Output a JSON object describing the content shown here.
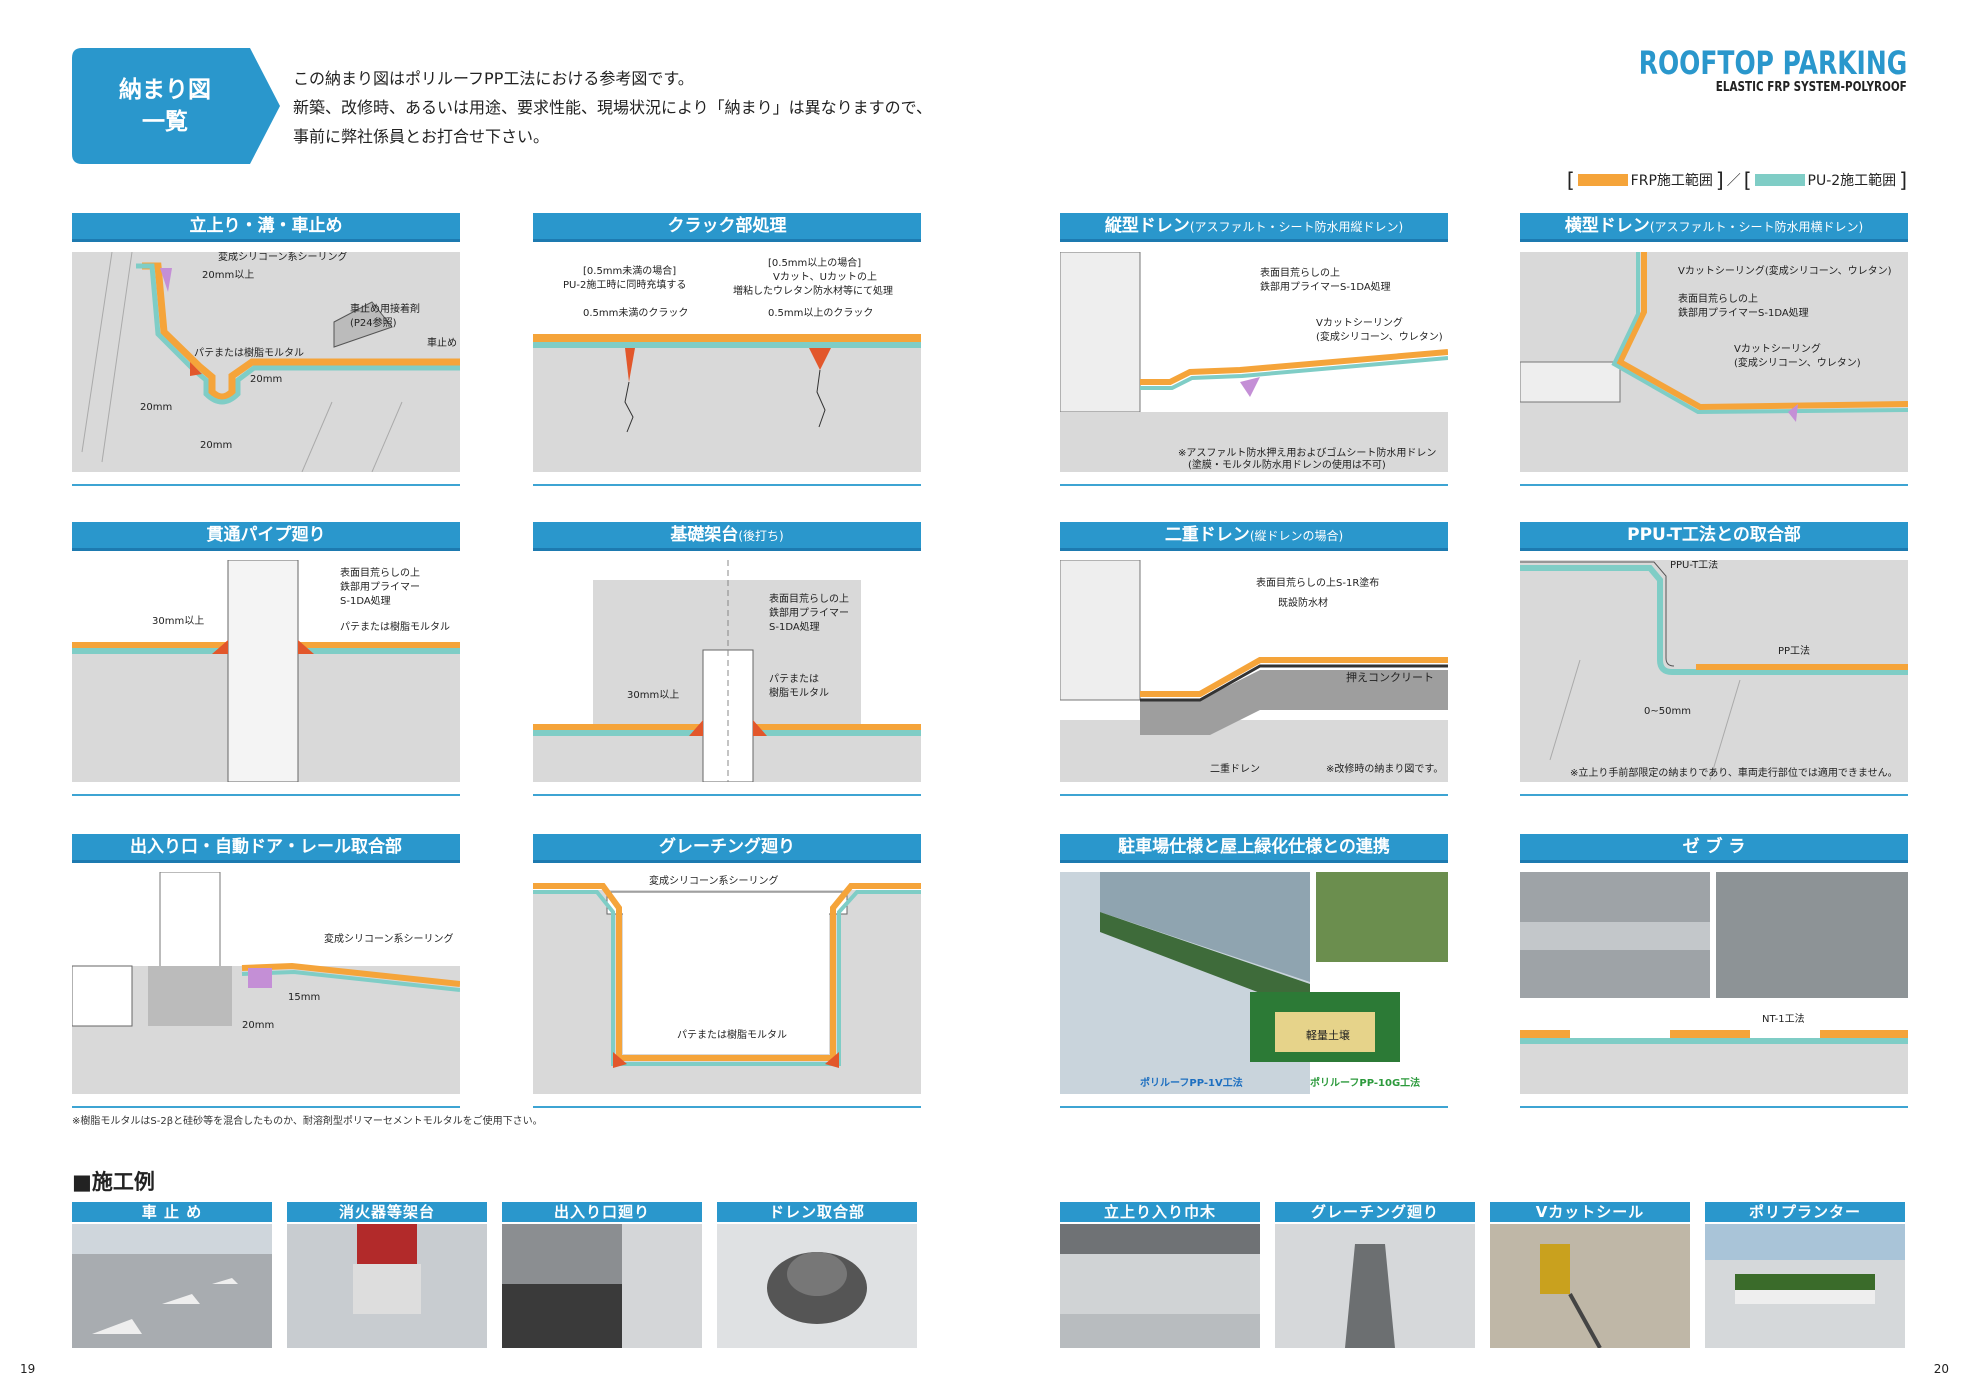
{
  "title_badge": {
    "line1": "納まり図",
    "line2": "一覧"
  },
  "intro": [
    "この納まり図はポリルーフPP工法における参考図です。",
    "新築、改修時、あるいは用途、要求性能、現場状況により「納まり」は異なりますので、",
    "事前に弊社係員とお打合せ下さい。"
  ],
  "brand": {
    "title": "ROOFTOP PARKING",
    "subtitle": "ELASTIC FRP SYSTEM-POLYROOF"
  },
  "legend": {
    "frp": "FRP施工範囲",
    "pu": "PU-2施工範囲",
    "sep": "／"
  },
  "colors": {
    "frp": "#f5a43a",
    "pu": "#7fcdc6",
    "header": "#2a97cc",
    "concrete": "#d9d9d9",
    "sealant": "#c48fd6",
    "mortar": "#e2572b"
  },
  "panels": {
    "p1": {
      "title": "立上り・溝・車止め",
      "labels": [
        "変成シリコーン系シーリング",
        "20mm以上",
        "車止め用接着剤",
        "(P24参照)",
        "車止め",
        "パテまたは樹脂モルタル",
        "20mm",
        "20mm",
        "20mm"
      ]
    },
    "p2": {
      "title": "クラック部処理",
      "labels": [
        "[0.5mm未満の場合]",
        "PU-2施工時に同時充填する",
        "0.5mm未満のクラック",
        "[0.5mm以上の場合]",
        "Vカット、Uカットの上",
        "増粘したウレタン防水材等にて処理",
        "0.5mm以上のクラック"
      ]
    },
    "p3": {
      "title": "縦型ドレン",
      "title_note": "(アスファルト・シート防水用縦ドレン)",
      "labels": [
        "表面目荒らしの上",
        "鉄部用プライマーS-1DA処理",
        "Vカットシーリング",
        "(変成シリコーン、ウレタン)"
      ],
      "notes": [
        "※アスファルト防水押え用およびゴムシート防水用ドレン",
        "(塗膜・モルタル防水用ドレンの使用は不可)"
      ]
    },
    "p4": {
      "title": "横型ドレン",
      "title_note": "(アスファルト・シート防水用横ドレン)",
      "labels": [
        "Vカットシーリング(変成シリコーン、ウレタン)",
        "表面目荒らしの上",
        "鉄部用プライマーS-1DA処理",
        "Vカットシーリング",
        "(変成シリコーン、ウレタン)"
      ]
    },
    "p5": {
      "title": "貫通パイプ廻り",
      "labels": [
        "表面目荒らしの上",
        "鉄部用プライマー",
        "S-1DA処理",
        "30mm以上",
        "パテまたは樹脂モルタル"
      ]
    },
    "p6": {
      "title": "基礎架台",
      "title_note": "(後打ち)",
      "labels": [
        "表面目荒らしの上",
        "鉄部用プライマー",
        "S-1DA処理",
        "パテまたは",
        "樹脂モルタル",
        "30mm以上"
      ]
    },
    "p7": {
      "title": "二重ドレン",
      "title_note": "(縦ドレンの場合)",
      "labels": [
        "表面目荒らしの上S-1R塗布",
        "既設防水材",
        "押えコンクリート",
        "二重ドレン",
        "※改修時の納まり図です。"
      ]
    },
    "p8": {
      "title": "PPU-T工法との取合部",
      "labels": [
        "PPU-T工法",
        "PP工法",
        "0~50mm"
      ],
      "notes": [
        "※立上り手前部限定の納まりであり、車両走行部位では適用できません。"
      ]
    },
    "p9": {
      "title": "出入り口・自動ドア・レール取合部",
      "labels": [
        "変成シリコーン系シーリング",
        "15mm",
        "20mm"
      ]
    },
    "p10": {
      "title": "グレーチング廻り",
      "labels": [
        "変成シリコーン系シーリング",
        "パテまたは樹脂モルタル"
      ]
    },
    "p11": {
      "title": "駐車場仕様と屋上緑化仕様との連携",
      "labels": [
        "軽量土壌",
        "ポリルーフPP-1V工法",
        "ポリルーフPP-10G工法"
      ]
    },
    "p12": {
      "title": "ゼ ブ ラ",
      "labels": [
        "NT-1工法"
      ]
    }
  },
  "footnote": "※樹脂モルタルはS-2βと硅砂等を混合したものか、耐溶剤型ポリマーセメントモルタルをご使用下さい。",
  "examples": {
    "heading": "■施工例",
    "items": [
      "車 止 め",
      "消火器等架台",
      "出入り口廻り",
      "ドレン取合部",
      "立上り入り巾木",
      "グレーチング廻り",
      "Vカットシール",
      "ポリプランター"
    ]
  },
  "page_numbers": {
    "left": "19",
    "right": "20"
  }
}
